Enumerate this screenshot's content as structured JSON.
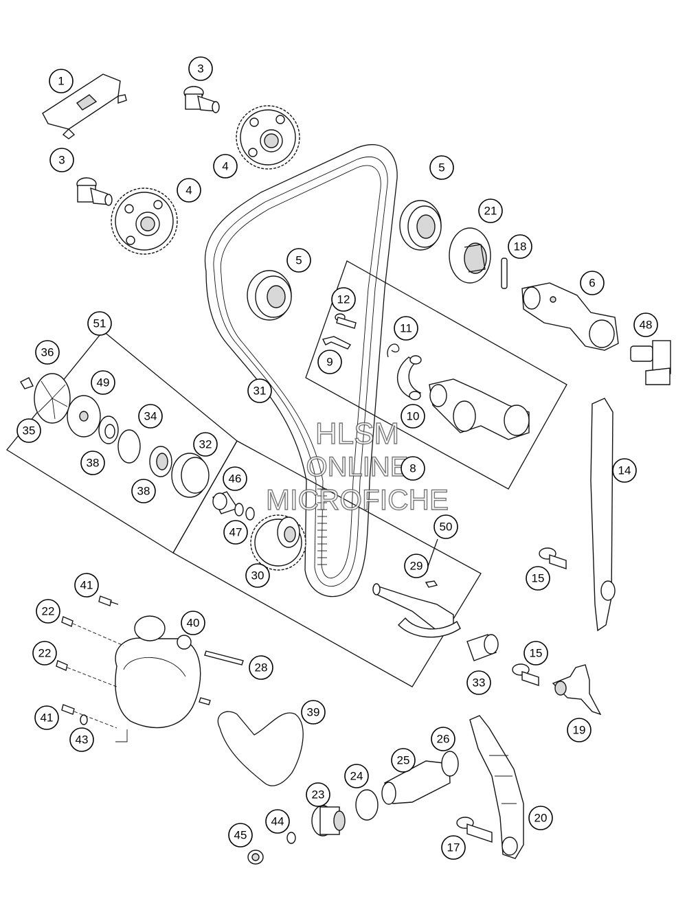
{
  "watermark": {
    "line1": "HLSM",
    "line2": "ONLINE",
    "line3": "MICROFICHE"
  },
  "callouts": {
    "c1": "1",
    "c3a": "3",
    "c3b": "3",
    "c4a": "4",
    "c4b": "4",
    "c5a": "5",
    "c5b": "5",
    "c6": "6",
    "c8": "8",
    "c9": "9",
    "c10": "10",
    "c11": "11",
    "c12": "12",
    "c14": "14",
    "c15a": "15",
    "c15b": "15",
    "c17": "17",
    "c18": "18",
    "c19": "19",
    "c20": "20",
    "c21": "21",
    "c22a": "22",
    "c22b": "22",
    "c23": "23",
    "c24": "24",
    "c25": "25",
    "c26": "26",
    "c28": "28",
    "c29": "29",
    "c30": "30",
    "c31": "31",
    "c32": "32",
    "c33": "33",
    "c34": "34",
    "c35": "35",
    "c36": "36",
    "c38a": "38",
    "c38b": "38",
    "c39": "39",
    "c40": "40",
    "c41a": "41",
    "c41b": "41",
    "c43": "43",
    "c44": "44",
    "c45": "45",
    "c46": "46",
    "c47": "47",
    "c48": "48",
    "c49": "49",
    "c50": "50",
    "c51": "51"
  }
}
